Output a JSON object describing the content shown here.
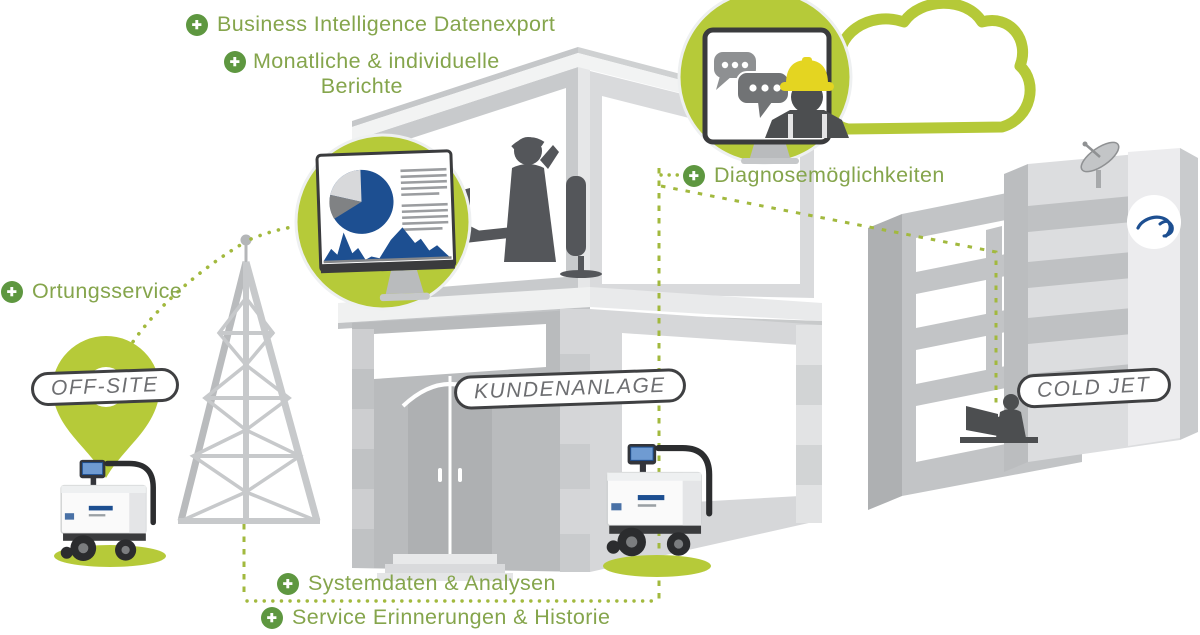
{
  "title": "Cold Jet Konnektivität Infografik",
  "icons": {
    "plus": "✚"
  },
  "colors": {
    "lime": "#b6ca39",
    "feature_text_green": "#85a54c",
    "plus_icon_green": "#5e9740",
    "dashed_line_green": "#a2b93e",
    "coldjet_blue": "#1d4f91",
    "hard_hat_yellow": "#e4d521",
    "silhouette_gray": "#54565a",
    "badge_border": "#3f4042",
    "badge_text": "#6d6e71"
  },
  "features": [
    {
      "id": "business-intelligence-datenexport",
      "label": "Business Intelligence Datenexport"
    },
    {
      "id": "monatliche-individuelle-berichte",
      "label": "Monatliche & individuelle",
      "label2": "Berichte"
    },
    {
      "id": "ortungsservice",
      "label": "Ortungsservice"
    },
    {
      "id": "diagnosemoeglichkeiten",
      "label": "Diagnosemöglichkeiten"
    },
    {
      "id": "systemdaten-analysen",
      "label": "Systemdaten & Analysen"
    },
    {
      "id": "service-erinnerungen-historie",
      "label": "Service Erinnerungen & Historie"
    }
  ],
  "location_badges": [
    {
      "id": "off-site",
      "label": "OFF-SITE"
    },
    {
      "id": "kundenanlage",
      "label": "KUNDENANLAGE"
    },
    {
      "id": "cold-jet",
      "label": "COLD JET"
    }
  ]
}
